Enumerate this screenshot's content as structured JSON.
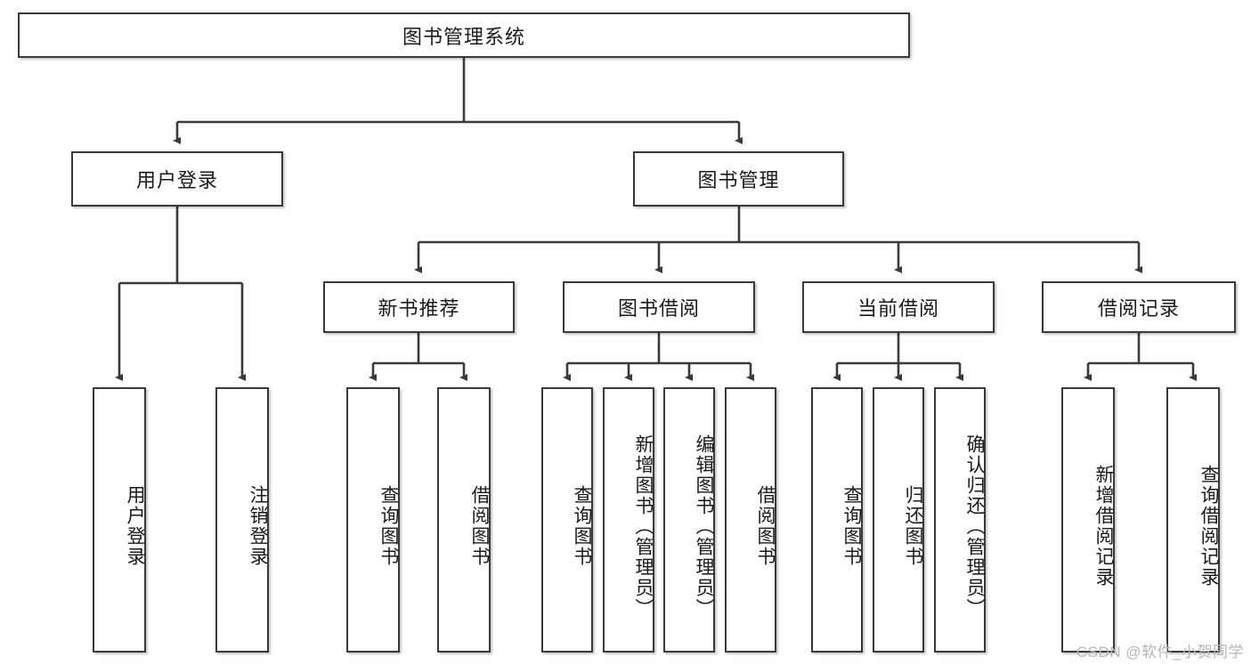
{
  "diagram": {
    "title": "图书管理系统",
    "watermark": "CSDN @软件_小贺同学",
    "type": "tree-hierarchy-diagram",
    "colors": {
      "box_border": "#3a3a3a",
      "box_fill": "#ffffff",
      "edge": "#3a3a3a",
      "text": "#1a1a1a",
      "watermark": "#b6b6b6"
    },
    "levels": {
      "root": {
        "label": "图书管理系统"
      },
      "level2": [
        {
          "key": "user_login",
          "label": "用户登录"
        },
        {
          "key": "book_manage",
          "label": "图书管理"
        }
      ],
      "level3": [
        {
          "key": "new_book_rec",
          "label": "新书推荐",
          "parent": "book_manage"
        },
        {
          "key": "book_borrow",
          "label": "图书借阅",
          "parent": "book_manage"
        },
        {
          "key": "current_borrow",
          "label": "当前借阅",
          "parent": "book_manage"
        },
        {
          "key": "borrow_record",
          "label": "借阅记录",
          "parent": "book_manage"
        }
      ],
      "leaves": [
        {
          "key": "leaf_user_login",
          "label": "用户登录",
          "parent": "user_login"
        },
        {
          "key": "leaf_user_logout",
          "label": "注销登录",
          "parent": "user_login"
        },
        {
          "key": "leaf_query_book_1",
          "label": "查询图书",
          "parent": "new_book_rec"
        },
        {
          "key": "leaf_borrow_book_1",
          "label": "借阅图书",
          "parent": "new_book_rec"
        },
        {
          "key": "leaf_query_book_2",
          "label": "查询图书",
          "parent": "book_borrow"
        },
        {
          "key": "leaf_add_book",
          "label": "新增图书（管理员）",
          "parent": "book_borrow"
        },
        {
          "key": "leaf_edit_book",
          "label": "编辑图书（管理员）",
          "parent": "book_borrow"
        },
        {
          "key": "leaf_borrow_book_2",
          "label": "借阅图书",
          "parent": "book_borrow"
        },
        {
          "key": "leaf_query_book_3",
          "label": "查询图书",
          "parent": "current_borrow"
        },
        {
          "key": "leaf_return_book",
          "label": "归还图书",
          "parent": "current_borrow"
        },
        {
          "key": "leaf_confirm_return",
          "label": "确认归还（管理员）",
          "parent": "current_borrow"
        },
        {
          "key": "leaf_add_record",
          "label": "新增借阅记录",
          "parent": "borrow_record"
        },
        {
          "key": "leaf_query_record",
          "label": "查询借阅记录",
          "parent": "borrow_record"
        }
      ]
    }
  }
}
